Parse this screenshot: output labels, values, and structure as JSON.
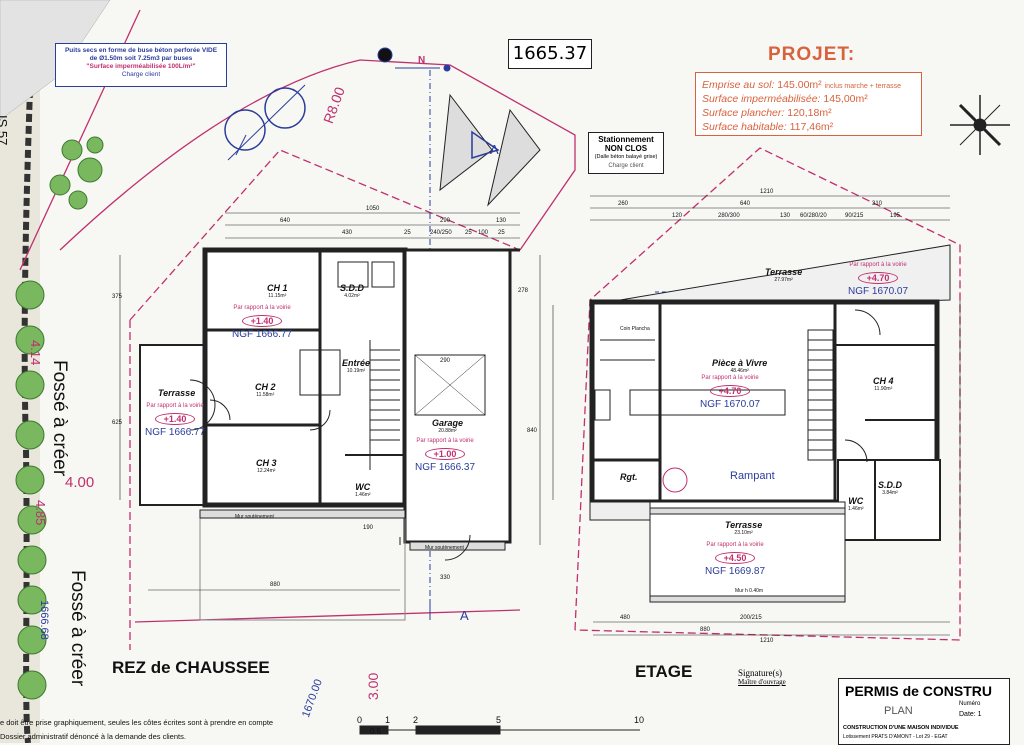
{
  "header": {
    "ngf_reference": "1665.37",
    "north_label": "N",
    "radius_label": "R8.00"
  },
  "drainage_note": {
    "line1": "Puits secs en forme de buse béton perforée VIDE",
    "line2": "de Ø1.50m soit 7.25m3 par buses",
    "line3": "\"Surface imperméabilisée 100L/m²\"",
    "line4": "Charge client"
  },
  "projet": {
    "title": "PROJET:",
    "rows": [
      {
        "label": "Emprise au sol:",
        "value": "145.00m²",
        "extra": "inclus marche + terrasse"
      },
      {
        "label": "Surface imperméabilisée:",
        "value": "145,00m²",
        "extra": ""
      },
      {
        "label": "Surface plancher:",
        "value": "120,18m²",
        "extra": ""
      },
      {
        "label": "Surface habitable:",
        "value": "117,46m²",
        "extra": ""
      }
    ]
  },
  "parking": {
    "line1": "Stationnement",
    "line2": "NON CLOS",
    "line3": "(Dalle béton balayé grise)",
    "line4": "Charge client"
  },
  "ground_floor": {
    "title": "REZ de CHAUSSEE",
    "rooms": [
      {
        "name": "CH 1",
        "area": "11.15m²"
      },
      {
        "name": "S.D.D",
        "area": "4.02m²"
      },
      {
        "name": "Entrée",
        "area": "10.19m²"
      },
      {
        "name": "CH 2",
        "area": "11.58m²"
      },
      {
        "name": "CH 3",
        "area": "12.24m²"
      },
      {
        "name": "WC",
        "area": "1.46m²"
      },
      {
        "name": "Garage",
        "area": "20.88m²"
      },
      {
        "name": "Terrasse",
        "area": ""
      }
    ],
    "levels": [
      {
        "note": "Par rapport à la voirie",
        "value": "+1.40",
        "ngf": "NGF 1666.77"
      },
      {
        "note": "Par rapport à la voirie",
        "value": "+1.40",
        "ngf": "NGF 1666.77"
      },
      {
        "note": "Par rapport à la voirie",
        "value": "+1.00",
        "ngf": "NGF 1666.37"
      }
    ],
    "wall_labels": [
      "Mur soutènement",
      "Mur soutènement"
    ],
    "dims_top": [
      "1050",
      "640",
      "290",
      "130",
      "430",
      "25",
      "240/250",
      "25",
      "100",
      "25"
    ],
    "dims_other": [
      "290",
      "880",
      "330",
      "190",
      "840",
      "375",
      "625",
      "278"
    ]
  },
  "upper_floor": {
    "title": "ETAGE",
    "rooms": [
      {
        "name": "Terrasse",
        "area": "27.97m²"
      },
      {
        "name": "Pièce à Vivre",
        "area": "48.46m²"
      },
      {
        "name": "CH 4",
        "area": "11.90m²"
      },
      {
        "name": "Rgt.",
        "area": ""
      },
      {
        "name": "Rampant",
        "area": ""
      },
      {
        "name": "WC",
        "area": "1.46m²"
      },
      {
        "name": "S.D.D",
        "area": "3.84m²"
      },
      {
        "name": "Terrasse",
        "area": "23.10m²"
      }
    ],
    "levels": [
      {
        "note": "Par rapport à la voirie",
        "value": "+4.70",
        "ngf": "NGF 1670.07"
      },
      {
        "note": "Par rapport à la voirie",
        "value": "+4.70",
        "ngf": "NGF 1670.07"
      },
      {
        "note": "Par rapport à la voirie",
        "value": "+4.50",
        "ngf": "NGF 1669.87"
      }
    ],
    "coin_label": "Coin Plancha",
    "dims_top": [
      "1210",
      "260",
      "640",
      "310",
      "120",
      "280/300",
      "130",
      "60/280/20",
      "90/215",
      "195"
    ],
    "dims_bottom": [
      "480",
      "200/215",
      "880",
      "1210"
    ],
    "wall_label": "Mur h 0.40m"
  },
  "site": {
    "fosse_1": "Fossé à créer",
    "fosse_2": "Fossé à créer",
    "road_dim_1": "4.00",
    "road_dim_2": "4.85",
    "road_dim_3": "4.14",
    "road_dim_4": "3.00",
    "ngf_left": "1666.68",
    "ngf_bottom": "1670.00",
    "left_edge_label": "IS 57",
    "section_label": "A"
  },
  "scale": {
    "ticks": [
      "0",
      "1",
      "2",
      "5",
      "10"
    ],
    "sub_tick": "0.5"
  },
  "footer": {
    "note": "e doit être prise graphiquement, seules les côtes écrites sont à prendre en compte",
    "note2": "Dossier administratif dénoncé à la demande des clients.",
    "signature": "Signature(s)",
    "signature_sub": "Maître d'ouvrage"
  },
  "title_block": {
    "title": "PERMIS de CONSTRU",
    "subtitle": "PLAN",
    "line1": "CONSTRUCTION D'UNE MAISON INDIVIDUE",
    "line2": "Lotissement PRATS D'AMONT - Lot 29 - EGAT",
    "numero": "Numéro",
    "date": "Date: 1"
  },
  "colors": {
    "magenta": "#c0306e",
    "blue": "#2a3c9c",
    "orange": "#d8623c",
    "green_tree": "#5aa04a"
  }
}
